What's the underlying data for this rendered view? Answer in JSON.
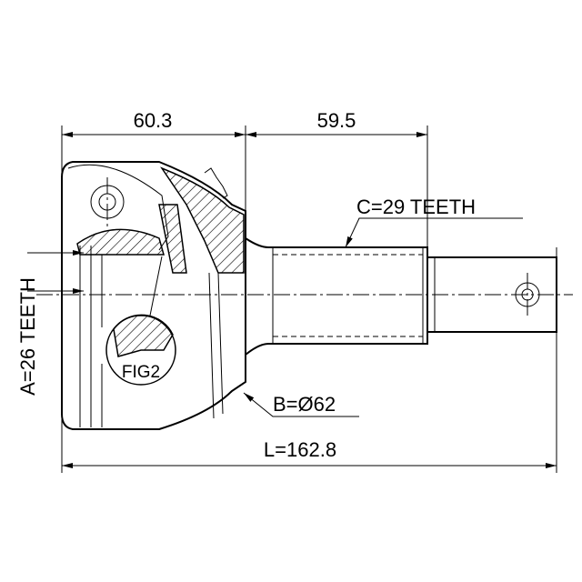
{
  "dimensions": {
    "outer_joint_length": "60.3",
    "shaft_length": "59.5",
    "spline_c": "C=29 TEETH",
    "spline_a": "A=26 TEETH",
    "diameter_b": "B=Ø62",
    "total_length": "L=162.8"
  },
  "figure_label": "FIG2"
}
